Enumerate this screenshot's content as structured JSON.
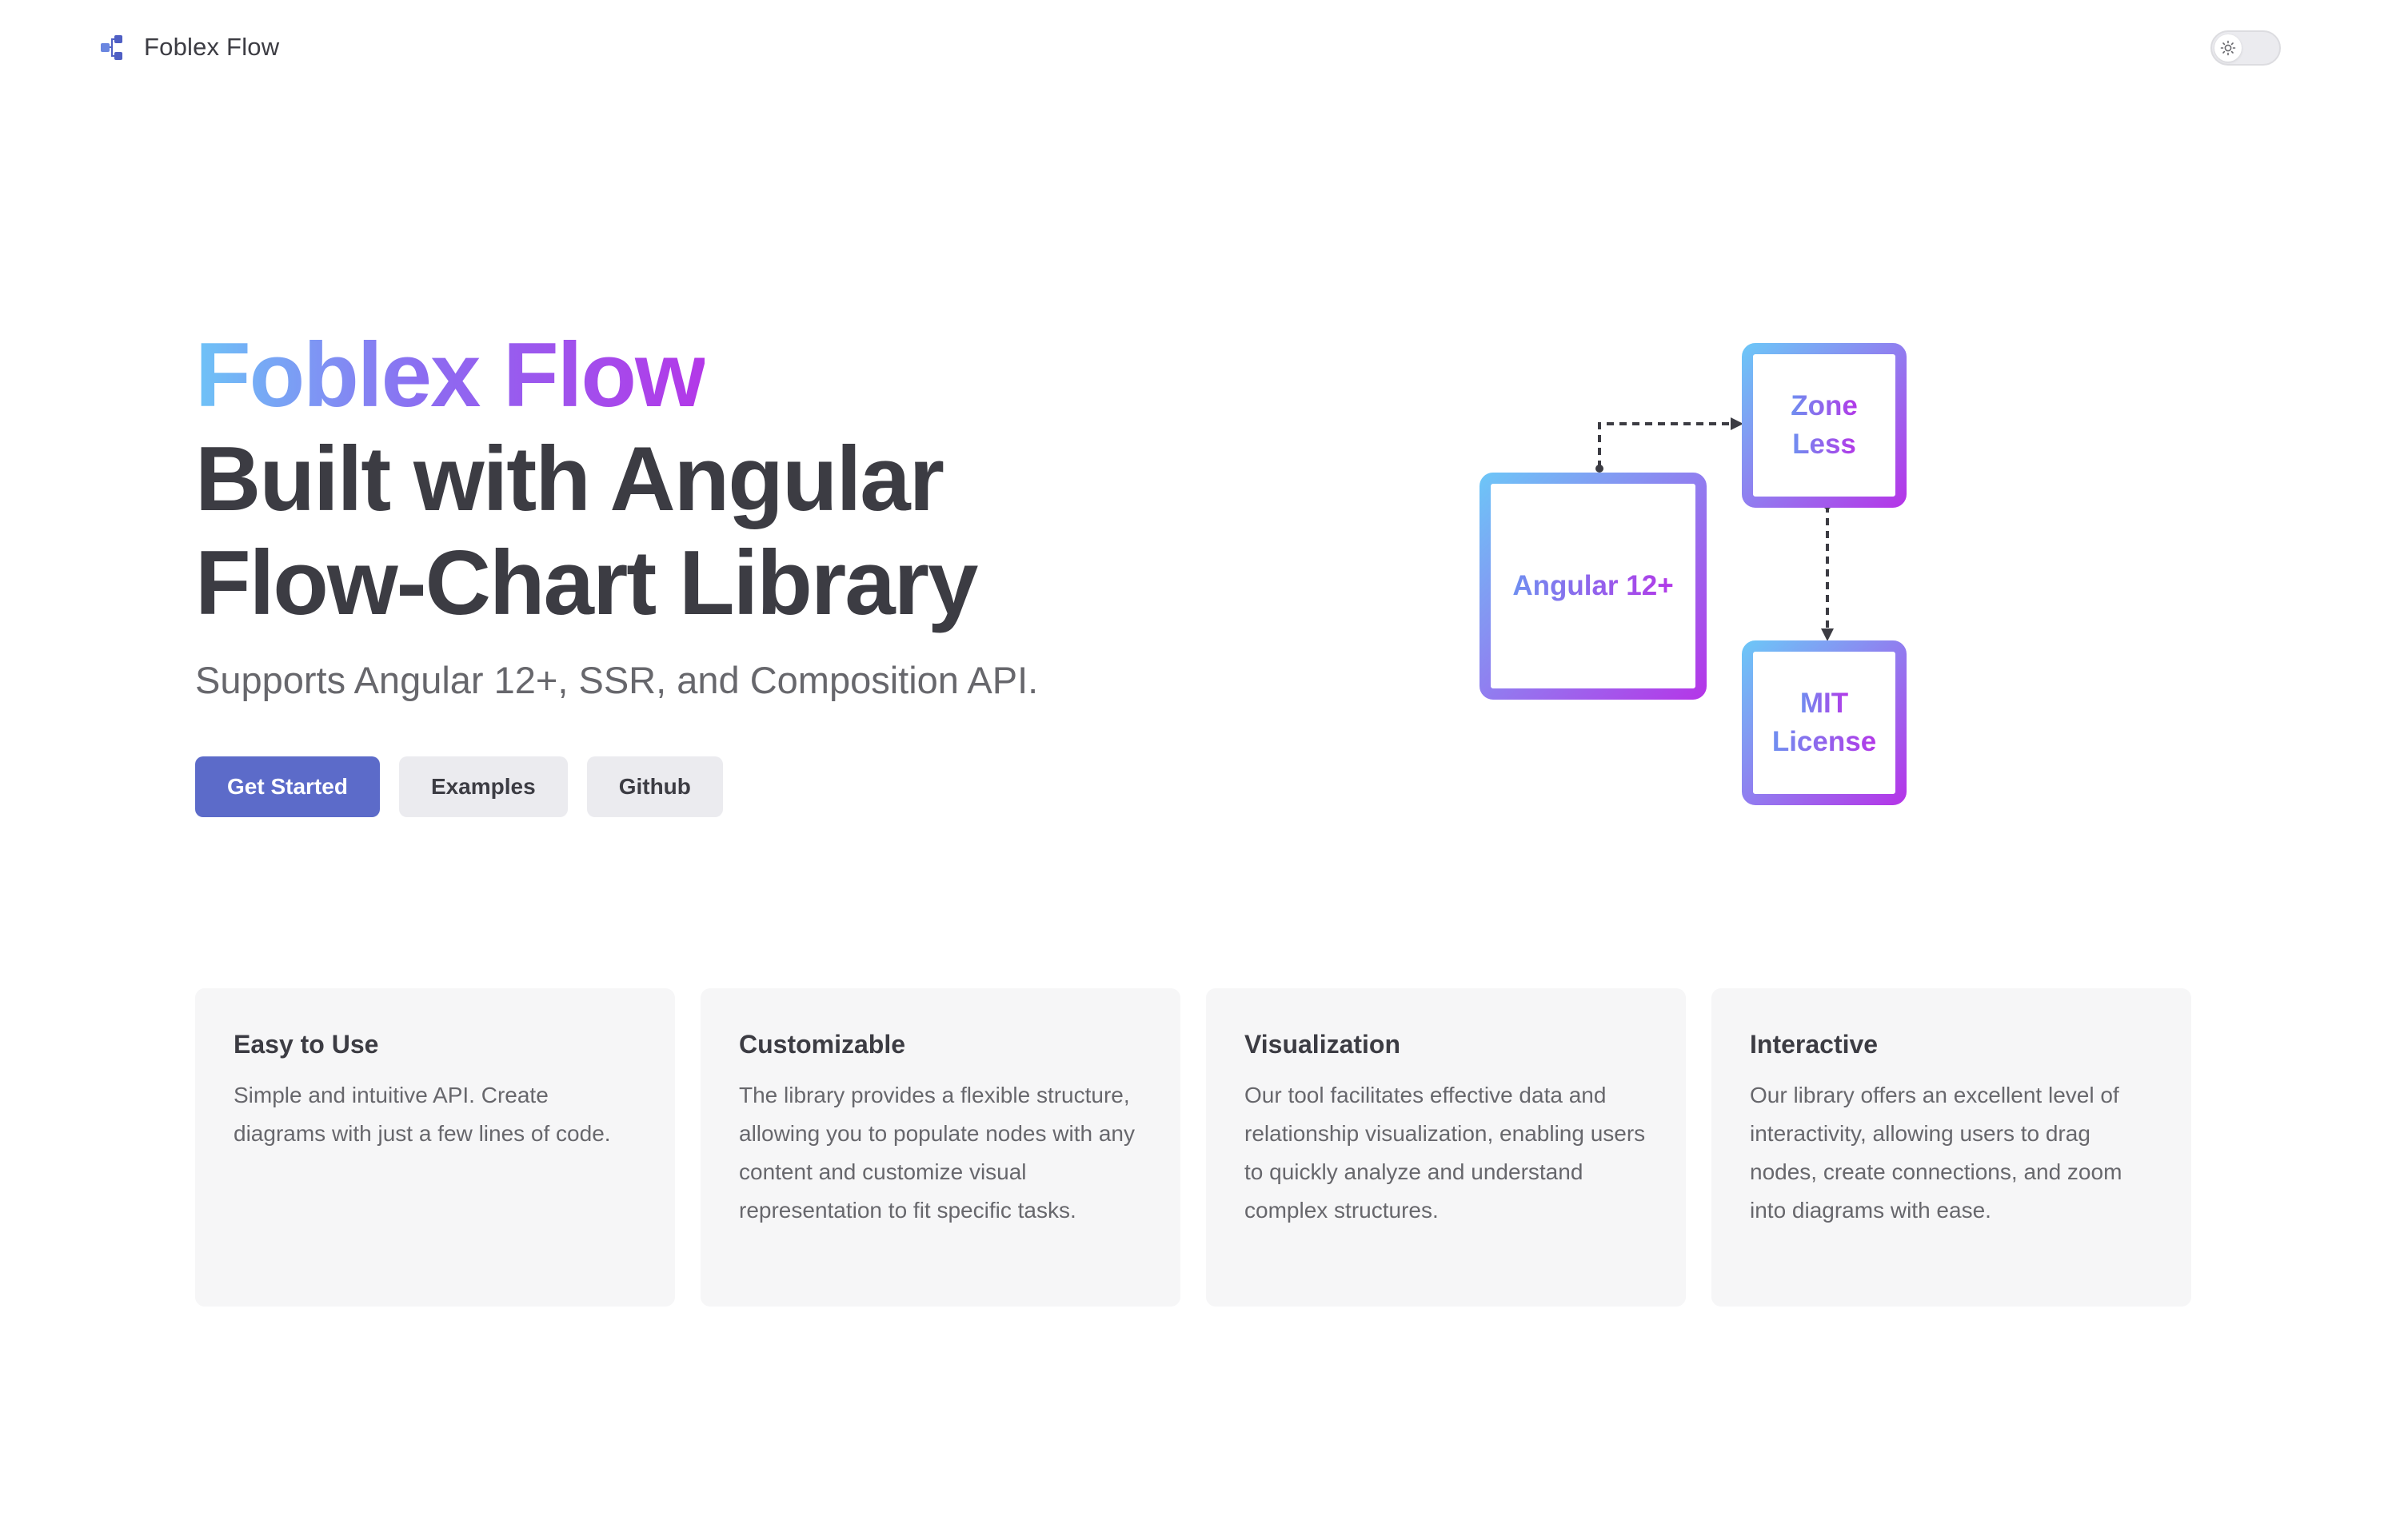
{
  "nav": {
    "brand_name": "Foblex Flow",
    "brand_icon": "flow-logo-icon",
    "theme_toggle_icon": "sun-icon"
  },
  "hero": {
    "name": "Foblex Flow",
    "text_line1": "Built with Angular",
    "text_line2": "Flow-Chart Library",
    "tagline": "Supports Angular 12+, SSR, and Composition API.",
    "actions": {
      "get_started": "Get Started",
      "examples": "Examples",
      "github": "Github"
    }
  },
  "diagram": {
    "nodes": {
      "angular": "Angular 12+",
      "zone_line1": "Zone",
      "zone_line2": "Less",
      "mit_line1": "MIT",
      "mit_line2": "License"
    },
    "colors": {
      "gradient_start": "#6ec3f7",
      "gradient_end": "#b338e8",
      "connection": "#3c3c43"
    }
  },
  "features": [
    {
      "title": "Easy to Use",
      "details": "Simple and intuitive API. Create diagrams with just a few lines of code."
    },
    {
      "title": "Customizable",
      "details": "The library provides a flexible structure, allowing you to populate nodes with any content and customize visual representation to fit specific tasks."
    },
    {
      "title": "Visualization",
      "details": "Our tool facilitates effective data and relationship visualization, enabling users to quickly analyze and understand complex structures."
    },
    {
      "title": "Interactive",
      "details": "Our library offers an excellent level of interactivity, allowing users to drag nodes, create connections, and zoom into diagrams with ease."
    }
  ],
  "colors": {
    "brand": "#5c6bc9",
    "text": "#3c3c43",
    "text_muted": "#67676c",
    "card_bg": "#f6f6f7",
    "button_alt_bg": "#ebebef"
  }
}
